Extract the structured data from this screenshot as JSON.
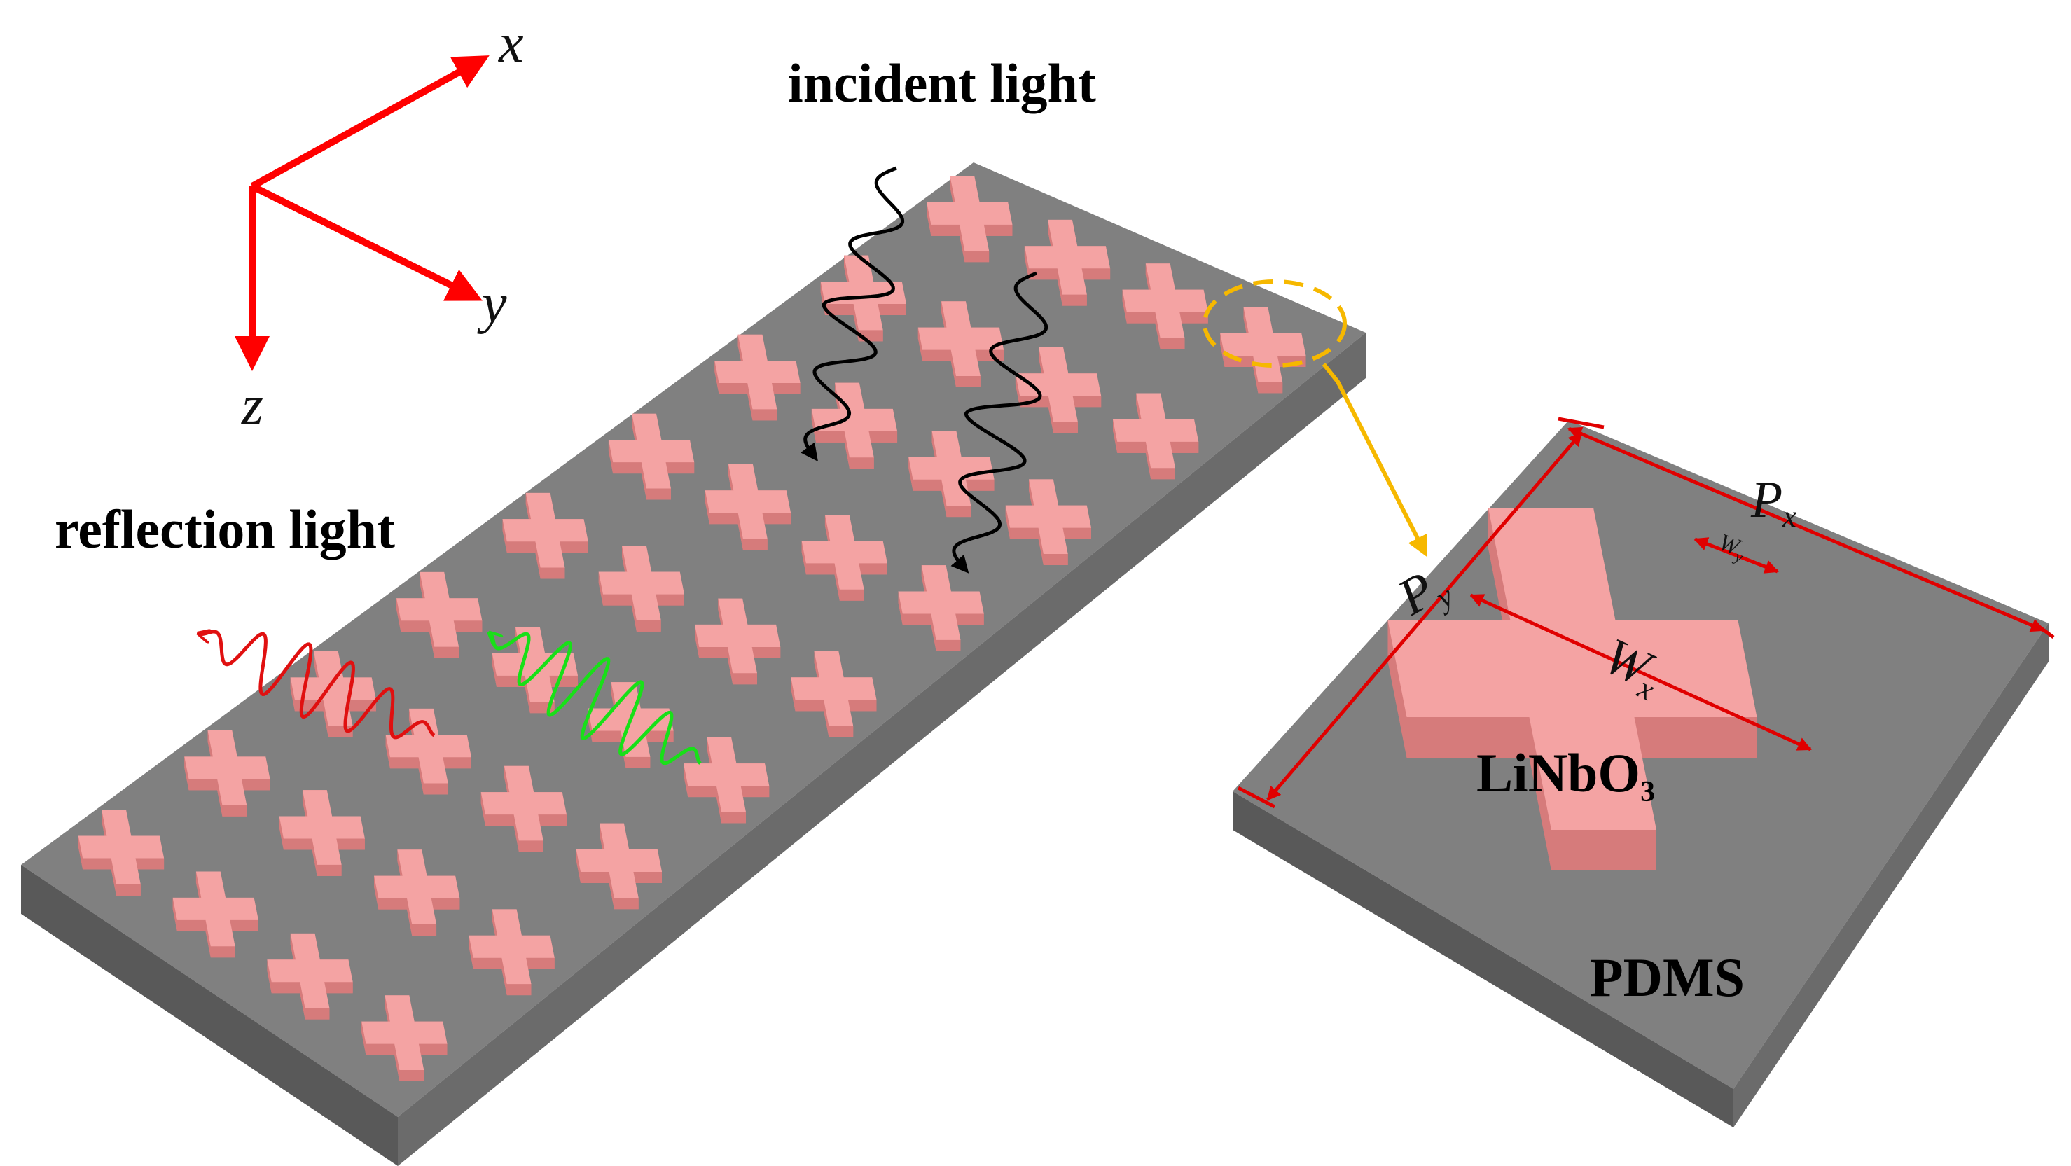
{
  "labels": {
    "incident": "incident light",
    "reflection": "reflection light",
    "material_cross": "LiNbO",
    "material_cross_sub": "3",
    "substrate": "PDMS"
  },
  "axes": {
    "x": "x",
    "y": "y",
    "z": "z"
  },
  "dimensions": {
    "px_main": "P",
    "px_sub": "x",
    "py_main": "P",
    "py_sub": "y",
    "wx_main": "W",
    "wx_sub": "x",
    "wy_main": "W",
    "wy_sub": "y"
  },
  "colors": {
    "substrate_top": "#808080",
    "substrate_side_front": "#5c5c5c",
    "substrate_side_right": "#6e6e6e",
    "cross_top": "#f4a3a3",
    "cross_side": "#d67b7b",
    "axis": "#ff0000",
    "incident_wave": "#000000",
    "reflect_wave_red": "#e01010",
    "reflect_wave_green": "#18e018",
    "callout": "#f6b800",
    "dimension": "#e00000"
  },
  "icons": [
    "axis-arrows",
    "wave-arrow",
    "callout-ellipse",
    "dimension-arrows"
  ]
}
